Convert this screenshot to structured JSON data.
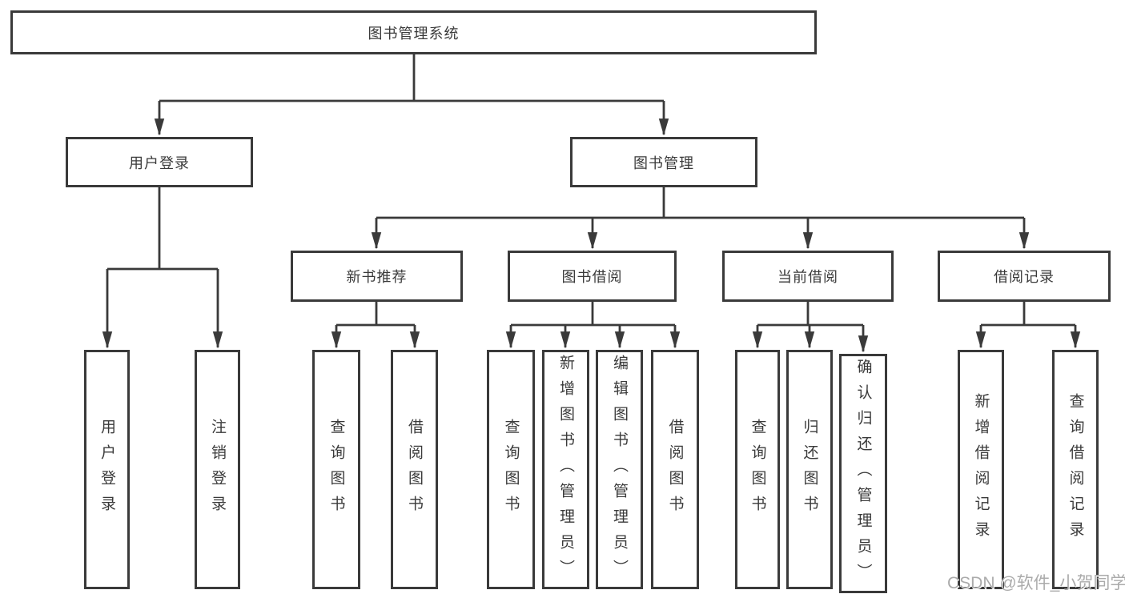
{
  "root": {
    "label": "图书管理系统"
  },
  "level2": [
    {
      "label": "用户登录"
    },
    {
      "label": "图书管理"
    }
  ],
  "level3": [
    {
      "label": "新书推荐"
    },
    {
      "label": "图书借阅"
    },
    {
      "label": "当前借阅"
    },
    {
      "label": "借阅记录"
    }
  ],
  "leaves": {
    "user_login": [
      {
        "label": "用户登录"
      },
      {
        "label": "注销登录"
      }
    ],
    "new_book_recommend": [
      {
        "label": "查询图书"
      },
      {
        "label": "借阅图书"
      }
    ],
    "book_borrow": [
      {
        "label": "查询图书"
      },
      {
        "label": "新增图书（管理员）"
      },
      {
        "label": "编辑图书（管理员）"
      },
      {
        "label": "借阅图书"
      }
    ],
    "current_borrow": [
      {
        "label": "查询图书"
      },
      {
        "label": "归还图书"
      },
      {
        "label": "确认归还（管理员）"
      }
    ],
    "borrow_records": [
      {
        "label": "新增借阅记录"
      },
      {
        "label": "查询借阅记录"
      }
    ]
  },
  "watermark": "CSDN @软件_小贺同学",
  "colors": {
    "line": "#3a3a3a",
    "text": "#3a3a3a",
    "watermark": "#ababab",
    "background": "#ffffff"
  }
}
